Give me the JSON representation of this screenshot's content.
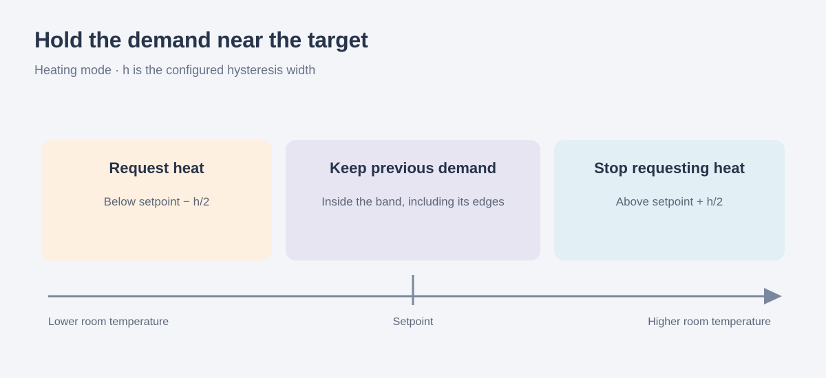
{
  "header": {
    "title": "Hold the demand near the target",
    "subtitle": "Heating mode · h is the configured hysteresis width"
  },
  "bands": [
    {
      "title": "Request heat",
      "description": "Below setpoint − h/2",
      "color": "#fef0e1"
    },
    {
      "title": "Keep previous demand",
      "description": "Inside the band, including its edges",
      "color": "#e7e5f2"
    },
    {
      "title": "Stop requesting heat",
      "description": "Above setpoint + h/2",
      "color": "#e2f0f5"
    }
  ],
  "axis": {
    "left_label": "Lower room temperature",
    "center_label": "Setpoint",
    "right_label": "Higher room temperature",
    "color": "#7b879c"
  }
}
